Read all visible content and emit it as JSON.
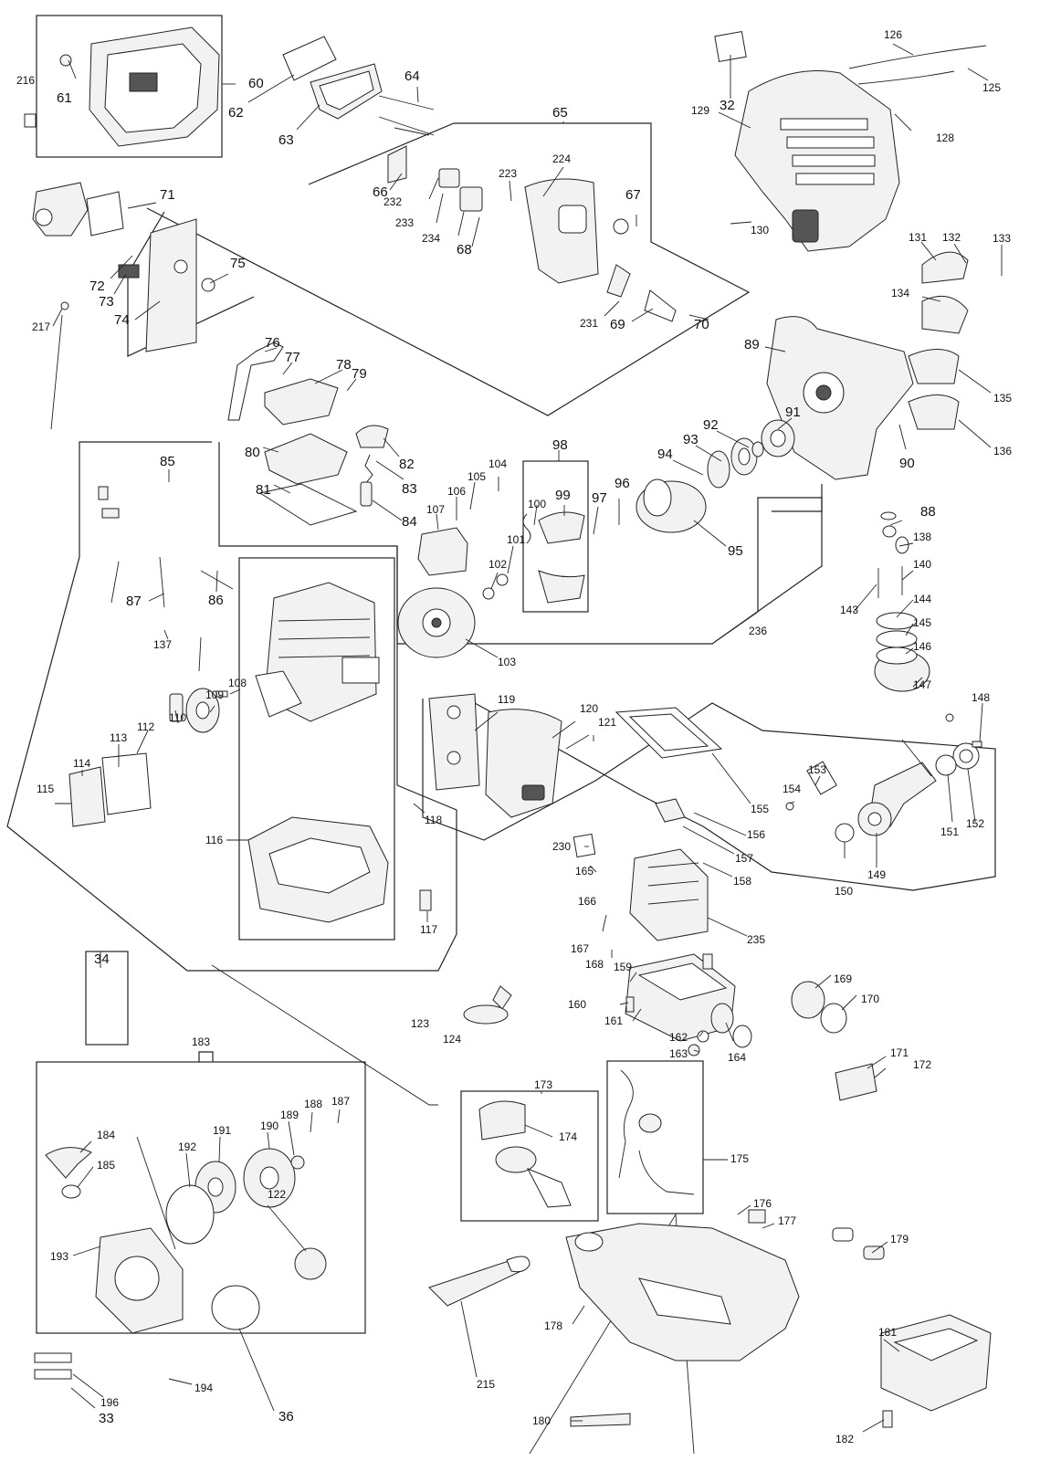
{
  "diagram": {
    "labels_small": [
      "216",
      "217",
      "71",
      "72",
      "73",
      "74",
      "75",
      "61",
      "62",
      "63",
      "64",
      "65",
      "66",
      "67",
      "68",
      "69",
      "70",
      "223",
      "224",
      "231",
      "232",
      "233",
      "234",
      "32",
      "125",
      "126",
      "128",
      "129",
      "130",
      "131",
      "132",
      "133",
      "134",
      "135",
      "136",
      "89",
      "90",
      "91",
      "92",
      "93",
      "94",
      "95",
      "96",
      "97",
      "98",
      "99",
      "100",
      "101",
      "102",
      "103",
      "104",
      "105",
      "106",
      "107",
      "76",
      "77",
      "78",
      "79",
      "80",
      "81",
      "82",
      "83",
      "84",
      "85",
      "86",
      "87",
      "137",
      "88",
      "138",
      "140",
      "143",
      "144",
      "145",
      "146",
      "147",
      "148",
      "149",
      "150",
      "151",
      "152",
      "153",
      "154",
      "155",
      "156",
      "157",
      "158",
      "159",
      "160",
      "161",
      "162",
      "163",
      "164",
      "165",
      "166",
      "167",
      "168",
      "169",
      "170",
      "171",
      "172",
      "108",
      "109",
      "110",
      "112",
      "113",
      "114",
      "115",
      "116",
      "117",
      "118",
      "119",
      "120",
      "121",
      "122",
      "123",
      "124",
      "230",
      "235",
      "236",
      "34",
      "183",
      "184",
      "185",
      "187",
      "188",
      "189",
      "190",
      "191",
      "192",
      "193",
      "194",
      "196",
      "33",
      "36",
      "173",
      "174",
      "175",
      "176",
      "177",
      "178",
      "179",
      "180",
      "181",
      "182",
      "215"
    ],
    "labels_large": [
      "60"
    ]
  },
  "icons": {
    "air_box": "air-cleaner-case-icon",
    "air_filter": "air-filter-icon",
    "carburetor": "carburetor-icon",
    "engine_cover": "engine-cover-icon",
    "cylinder": "cylinder-icon",
    "flywheel": "flywheel-icon",
    "clutch_drum": "clutch-drum-icon",
    "crankshaft": "crankshaft-icon",
    "piston": "piston-icon",
    "muffler": "muffler-icon",
    "fuel_tank": "fuel-tank-icon",
    "recoil_starter": "recoil-starter-icon",
    "oil_tank": "oil-tank-icon",
    "fan_housing": "fan-housing-icon"
  }
}
